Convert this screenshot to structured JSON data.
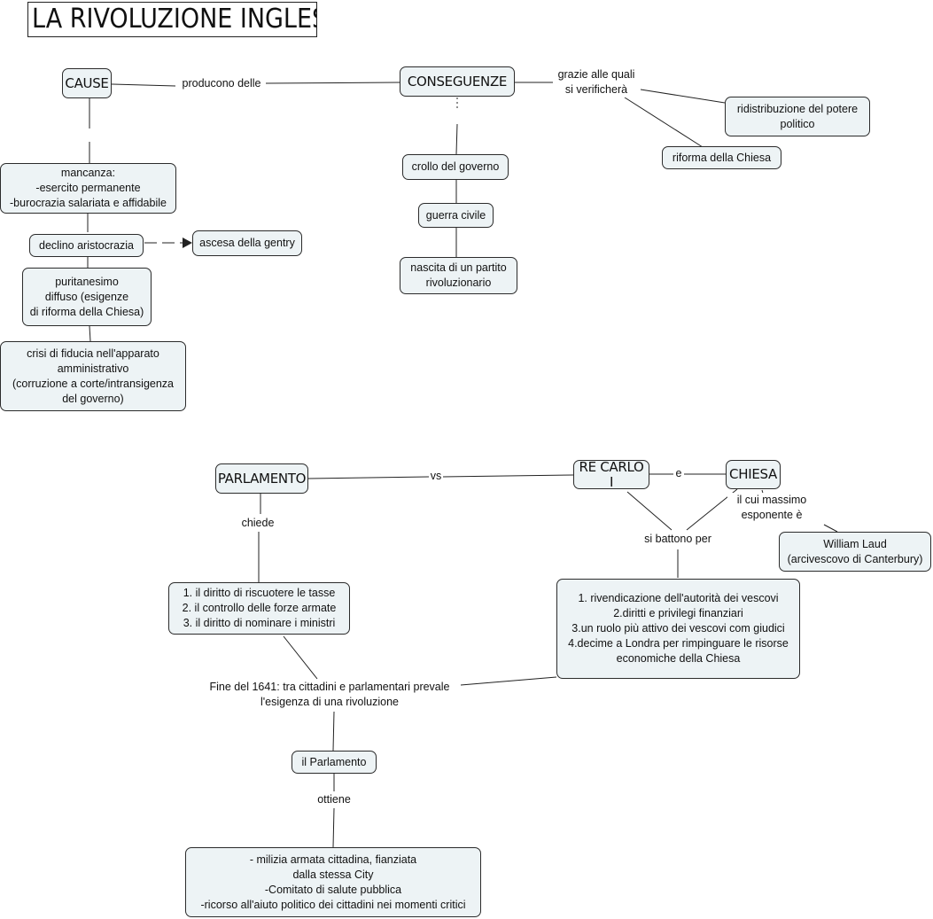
{
  "title": "LA RIVOLUZIONE INGLESE",
  "nodes": {
    "cause": "CAUSE",
    "conseguenze": "CONSEGUENZE",
    "mancanza": "mancanza:\n-esercito permanente\n-burocrazia salariata e affidabile",
    "declino": "declino aristocrazia",
    "gentry": "ascesa della gentry",
    "puritanesimo": "puritanesimo\ndiffuso (esigenze\ndi riforma della Chiesa)",
    "crisi": "crisi di fiducia nell'apparato\namministrativo\n(corruzione a corte/intransigenza\ndel governo)",
    "crollo": "crollo del governo",
    "guerra": "guerra civile",
    "partito": "nascita di un partito\nrivoluzionario",
    "ridistribuzione": "ridistribuzione del potere\npolitico",
    "riforma": "riforma della Chiesa",
    "parlamento": "PARLAMENTO",
    "re_carlo": "RE CARLO I",
    "chiesa": "CHIESA",
    "laud": "William Laud\n(arcivescovo di Canterbury)",
    "diritti": "1. il diritto di riscuotere le tasse\n2. il controllo delle forze armate\n3. il diritto di nominare i ministri",
    "rivendicazione": "1. rivendicazione dell'autorità dei vescovi\n2.diritti e privilegi finanziari\n3.un ruolo più attivo dei vescovi com giudici\n4.decime a Londra per rimpinguare le risorse\neconomiche della Chiesa",
    "il_parlamento": "il Parlamento",
    "milizia": "- milizia armata cittadina, fianziata\ndalla stessa City\n-Comitato di salute pubblica\n-ricorso all'aiuto politico dei cittadini nei momenti critici"
  },
  "labels": {
    "producono": "producono delle",
    "grazie": "grazie alle quali\nsi verificherà",
    "vs": "vs",
    "e": "e",
    "cui_massimo": "il cui massimo\nesponente è",
    "chiede": "chiede",
    "battono": "si battono per",
    "fine1641": "Fine del 1641: tra cittadini e parlamentari prevale\nl'esigenza di una rivoluzione",
    "ottiene": "ottiene"
  }
}
